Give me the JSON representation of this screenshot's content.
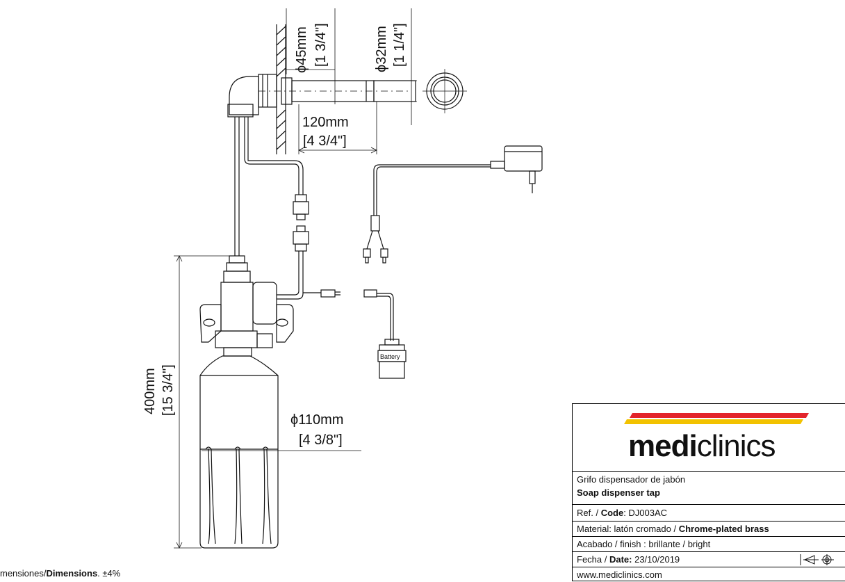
{
  "dimensions": {
    "flange_diameter": "ϕ45mm",
    "flange_diameter_in": "[1 3/4\"]",
    "spout_diameter": "ϕ32mm",
    "spout_diameter_in": "[1 1/4\"]",
    "spout_length": "120mm",
    "spout_length_in": "[4 3/4\"]",
    "bottle_height": "400mm",
    "bottle_height_in": "[15 3/4\"]",
    "bottle_diameter": "ϕ110mm",
    "bottle_diameter_in": "[4 3/8\"]"
  },
  "labels": {
    "battery": "Battery"
  },
  "note": {
    "prefix": "mensiones/",
    "bold": "Dimensions",
    "suffix": ". ±4%"
  },
  "title_block": {
    "logo_bold": "medi",
    "logo_light": "clinics",
    "product_es": "Grifo dispensador de jabón",
    "product_en": "Soap dispenser tap",
    "ref_label": "Ref. / ",
    "code_label": "Code",
    "code_value": ": DJ003AC",
    "material_label": "Material: latón cromado / ",
    "material_en": "Chrome-plated brass",
    "finish": "Acabado / finish : brillante / bright",
    "date_label": "Fecha / ",
    "date_bold": "Date:",
    "date_value": " 23/10/2019",
    "website": "www.mediclinics.com"
  },
  "colors": {
    "stripe_red": "#e3242b",
    "stripe_yellow": "#f2c200"
  }
}
